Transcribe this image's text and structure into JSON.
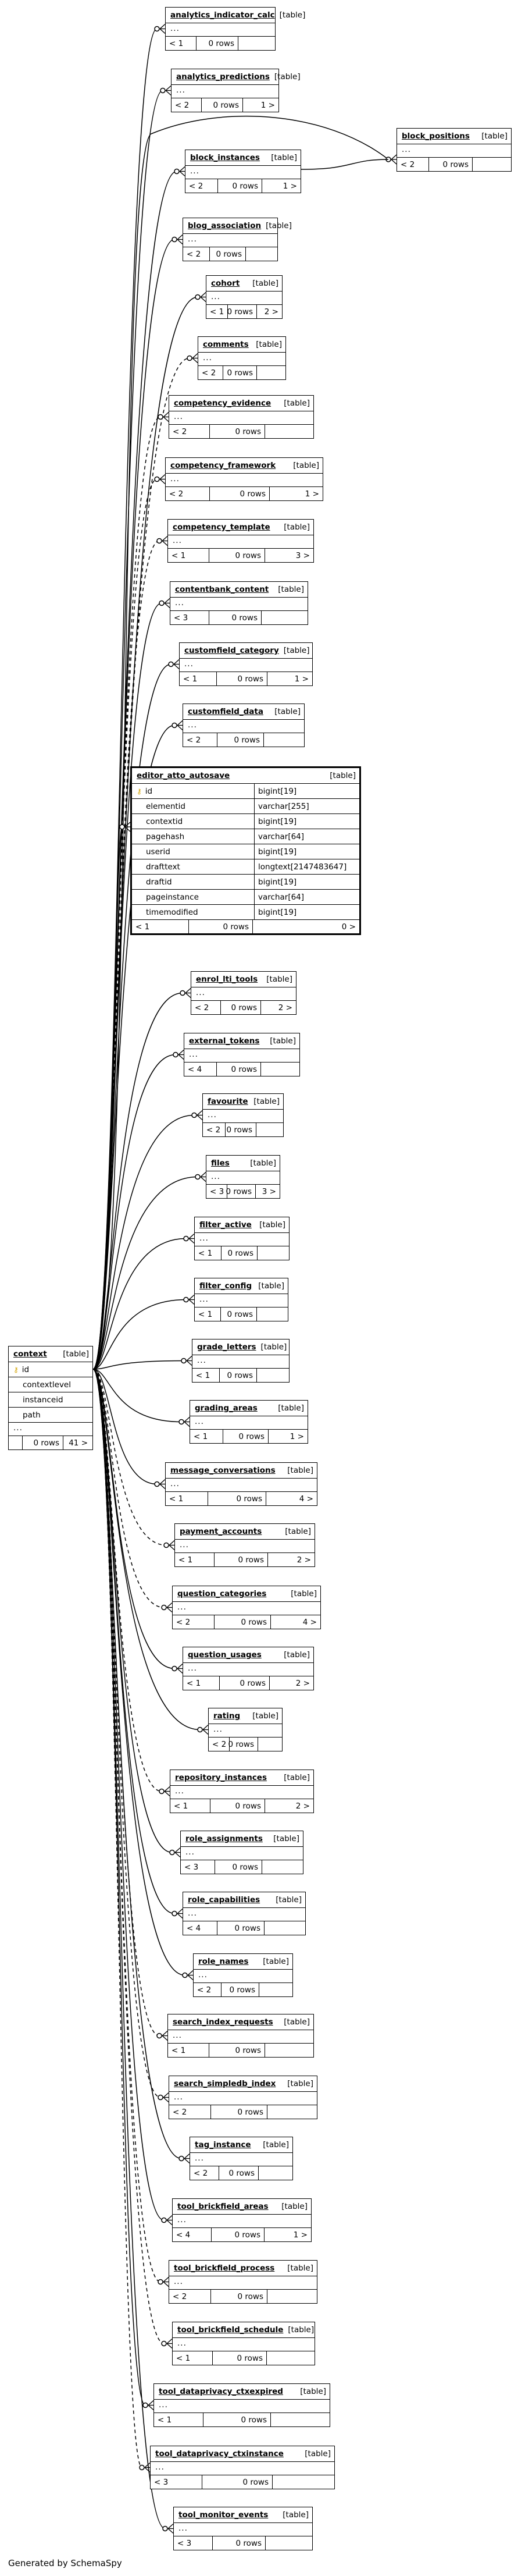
{
  "focus_table": {
    "name": "editor_atto_autosave",
    "type_label": "[table]",
    "columns": [
      {
        "name": "id",
        "type": "bigint[19]",
        "pk": true
      },
      {
        "name": "elementid",
        "type": "varchar[255]"
      },
      {
        "name": "contextid",
        "type": "bigint[19]"
      },
      {
        "name": "pagehash",
        "type": "varchar[64]"
      },
      {
        "name": "userid",
        "type": "bigint[19]"
      },
      {
        "name": "drafttext",
        "type": "longtext[2147483647]"
      },
      {
        "name": "draftid",
        "type": "bigint[19]"
      },
      {
        "name": "pageinstance",
        "type": "varchar[64]"
      },
      {
        "name": "timemodified",
        "type": "bigint[19]"
      }
    ],
    "parents": "< 1",
    "rows": "0 rows",
    "children": "0 >"
  },
  "context_table": {
    "name": "context",
    "type_label": "[table]",
    "columns": [
      {
        "name": "id",
        "pk": true
      },
      {
        "name": "contextlevel"
      },
      {
        "name": "instanceid"
      },
      {
        "name": "path"
      }
    ],
    "dots": "...",
    "parents": "",
    "rows": "0 rows",
    "children": "41 >"
  },
  "tables": [
    {
      "name": "analytics_indicator_calc",
      "parents": "< 1",
      "rows": "0 rows",
      "children": ""
    },
    {
      "name": "analytics_predictions",
      "parents": "< 2",
      "rows": "0 rows",
      "children": "1 >"
    },
    {
      "name": "block_positions",
      "parents": "< 2",
      "rows": "0 rows",
      "children": ""
    },
    {
      "name": "block_instances",
      "parents": "< 2",
      "rows": "0 rows",
      "children": "1 >"
    },
    {
      "name": "blog_association",
      "parents": "< 2",
      "rows": "0 rows",
      "children": ""
    },
    {
      "name": "cohort",
      "parents": "< 1",
      "rows": "0 rows",
      "children": "2 >"
    },
    {
      "name": "comments",
      "parents": "< 2",
      "rows": "0 rows",
      "children": ""
    },
    {
      "name": "competency_evidence",
      "parents": "< 2",
      "rows": "0 rows",
      "children": ""
    },
    {
      "name": "competency_framework",
      "parents": "< 2",
      "rows": "0 rows",
      "children": "1 >"
    },
    {
      "name": "competency_template",
      "parents": "< 1",
      "rows": "0 rows",
      "children": "3 >"
    },
    {
      "name": "contentbank_content",
      "parents": "< 3",
      "rows": "0 rows",
      "children": ""
    },
    {
      "name": "customfield_category",
      "parents": "< 1",
      "rows": "0 rows",
      "children": "1 >"
    },
    {
      "name": "customfield_data",
      "parents": "< 2",
      "rows": "0 rows",
      "children": ""
    },
    {
      "name": "enrol_lti_tools",
      "parents": "< 2",
      "rows": "0 rows",
      "children": "2 >"
    },
    {
      "name": "external_tokens",
      "parents": "< 4",
      "rows": "0 rows",
      "children": ""
    },
    {
      "name": "favourite",
      "parents": "< 2",
      "rows": "0 rows",
      "children": ""
    },
    {
      "name": "files",
      "parents": "< 3",
      "rows": "0 rows",
      "children": "3 >"
    },
    {
      "name": "filter_active",
      "parents": "< 1",
      "rows": "0 rows",
      "children": ""
    },
    {
      "name": "filter_config",
      "parents": "< 1",
      "rows": "0 rows",
      "children": ""
    },
    {
      "name": "grade_letters",
      "parents": "< 1",
      "rows": "0 rows",
      "children": ""
    },
    {
      "name": "grading_areas",
      "parents": "< 1",
      "rows": "0 rows",
      "children": "1 >"
    },
    {
      "name": "message_conversations",
      "parents": "< 1",
      "rows": "0 rows",
      "children": "4 >"
    },
    {
      "name": "payment_accounts",
      "parents": "< 1",
      "rows": "0 rows",
      "children": "2 >"
    },
    {
      "name": "question_categories",
      "parents": "< 2",
      "rows": "0 rows",
      "children": "4 >"
    },
    {
      "name": "question_usages",
      "parents": "< 1",
      "rows": "0 rows",
      "children": "2 >"
    },
    {
      "name": "rating",
      "parents": "< 2",
      "rows": "0 rows",
      "children": ""
    },
    {
      "name": "repository_instances",
      "parents": "< 1",
      "rows": "0 rows",
      "children": "2 >"
    },
    {
      "name": "role_assignments",
      "parents": "< 3",
      "rows": "0 rows",
      "children": ""
    },
    {
      "name": "role_capabilities",
      "parents": "< 4",
      "rows": "0 rows",
      "children": ""
    },
    {
      "name": "role_names",
      "parents": "< 2",
      "rows": "0 rows",
      "children": ""
    },
    {
      "name": "search_index_requests",
      "parents": "< 1",
      "rows": "0 rows",
      "children": ""
    },
    {
      "name": "search_simpledb_index",
      "parents": "< 2",
      "rows": "0 rows",
      "children": ""
    },
    {
      "name": "tag_instance",
      "parents": "< 2",
      "rows": "0 rows",
      "children": ""
    },
    {
      "name": "tool_brickfield_areas",
      "parents": "< 4",
      "rows": "0 rows",
      "children": "1 >"
    },
    {
      "name": "tool_brickfield_process",
      "parents": "< 2",
      "rows": "0 rows",
      "children": ""
    },
    {
      "name": "tool_brickfield_schedule",
      "parents": "< 1",
      "rows": "0 rows",
      "children": ""
    },
    {
      "name": "tool_dataprivacy_ctxexpired",
      "parents": "< 1",
      "rows": "0 rows",
      "children": ""
    },
    {
      "name": "tool_dataprivacy_ctxinstance",
      "parents": "< 3",
      "rows": "0 rows",
      "children": ""
    },
    {
      "name": "tool_monitor_events",
      "parents": "< 3",
      "rows": "0 rows",
      "children": ""
    }
  ],
  "table_type_label": "[table]",
  "dots": "...",
  "footer": "Generated by SchemaSpy"
}
